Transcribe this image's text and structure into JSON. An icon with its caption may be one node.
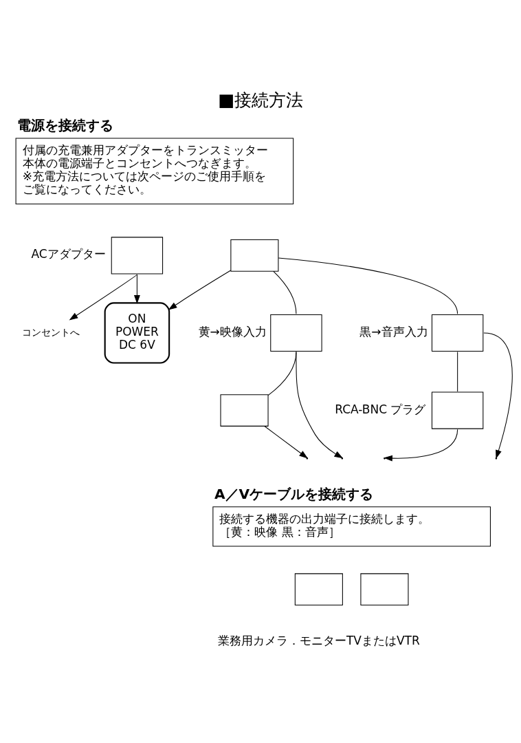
{
  "diagram": {
    "title": "■接続方法",
    "nodes": [
      {
        "text": [
          "電源を接続する",
          "付属の充電兼用アダプターをトランスミッター本体の電源端子とコンセントへつなぎます。※充電方法については次ページのご使用手順をご覧になってください。"
        ]
      },
      {
        "text": [],
        "shape": "box",
        "beside": [
          "ACアダプター"
        ]
      },
      {
        "text": [
          "コンセントへ"
        ]
      },
      {
        "text": [],
        "shape": "box"
      },
      {
        "text": [
          "ON",
          "POWER",
          "DC 6V"
        ]
      },
      {
        "text": [],
        "shape": "box",
        "beside": [
          "黄→映像入力"
        ]
      },
      {
        "text": [],
        "shape": "box",
        "beside": [
          "黒→音声入力"
        ]
      },
      {
        "text": [],
        "shape": "box",
        "beside": [
          "RCA-BNC プラグ"
        ]
      },
      {
        "text": [],
        "shape": "box"
      },
      {
        "text": [
          "A／Vケーブルを接続する",
          "接続する機器の出力端子に接続します。［黄：映像 黒：音声］"
        ]
      },
      {
        "text": [],
        "shape": "box"
      },
      {
        "text": [],
        "shape": "box"
      }
    ],
    "edges": [
      {
        "from": 1,
        "to": 2,
        "arrow": "to"
      },
      {
        "from": 1,
        "to": 4,
        "arrow": "to"
      },
      {
        "from": 3,
        "to": 4,
        "arrow": "to"
      },
      {
        "from": 3,
        "to": 5,
        "arrow": "none"
      },
      {
        "from": 3,
        "to": 6,
        "arrow": "none"
      },
      {
        "from": 6,
        "to": 7,
        "arrow": "none"
      },
      {
        "from": 5,
        "to": 8,
        "arrow": "none"
      },
      {
        "from": 7,
        "to": null,
        "arrow": "to"
      },
      {
        "from": 6,
        "to": null,
        "arrow": "to"
      },
      {
        "from": 5,
        "to": null,
        "arrow": "to"
      },
      {
        "from": 8,
        "to": null,
        "arrow": "to"
      }
    ],
    "labels": [
      "業務用カメラ．モニターTVまたはVTR"
    ]
  }
}
